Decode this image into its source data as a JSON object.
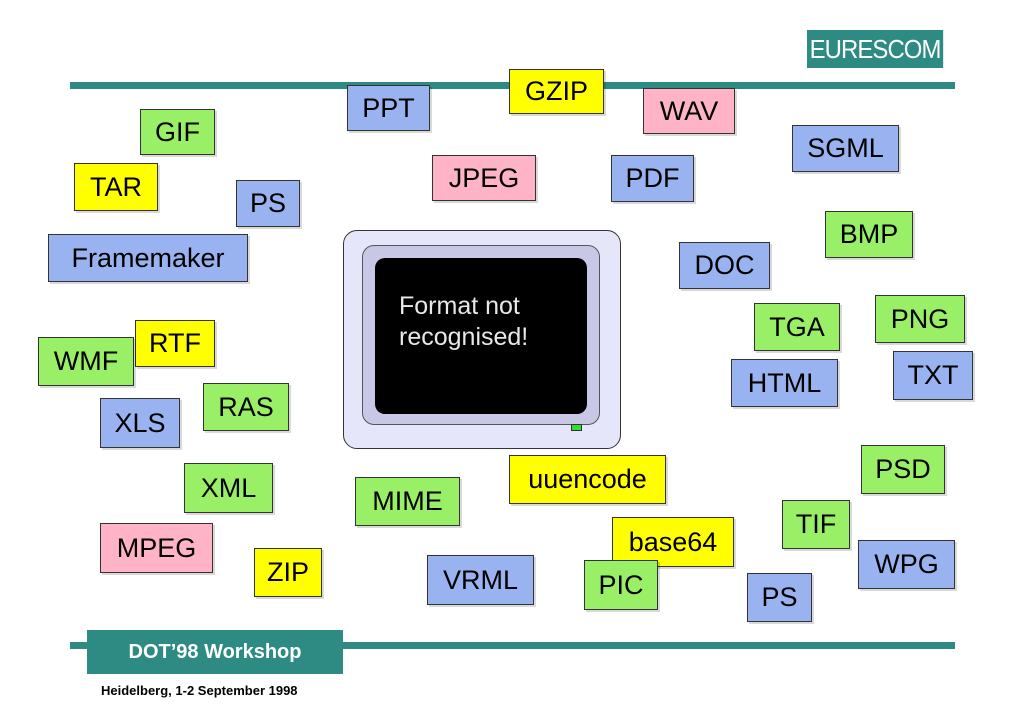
{
  "logo": "EURESCOM",
  "monitor": {
    "line1": "Format not",
    "line2": "recognised!"
  },
  "workshop": "DOT’98 Workshop",
  "footer": "Heidelberg, 1-2 September 1998",
  "formats": {
    "gzip": "GZIP",
    "ppt": "PPT",
    "wav": "WAV",
    "gif": "GIF",
    "sgml": "SGML",
    "jpeg": "JPEG",
    "pdf": "PDF",
    "tar": "TAR",
    "ps_top": "PS",
    "bmp": "BMP",
    "framemaker": "Framemaker",
    "doc": "DOC",
    "png": "PNG",
    "tga": "TGA",
    "rtf": "RTF",
    "wmf": "WMF",
    "txt": "TXT",
    "html": "HTML",
    "ras": "RAS",
    "xls": "XLS",
    "psd": "PSD",
    "uuencode": "uuencode",
    "xml": "XML",
    "mime": "MIME",
    "tif": "TIF",
    "base64": "base64",
    "mpeg": "MPEG",
    "wpg": "WPG",
    "zip": "ZIP",
    "vrml": "VRML",
    "pic": "PIC",
    "ps_bottom": "PS"
  },
  "colors": {
    "teal": "#2e8b84",
    "blue": "#99b3f0",
    "green": "#99f066",
    "yellow": "#ffff00",
    "pink": "#ffb3c6"
  }
}
